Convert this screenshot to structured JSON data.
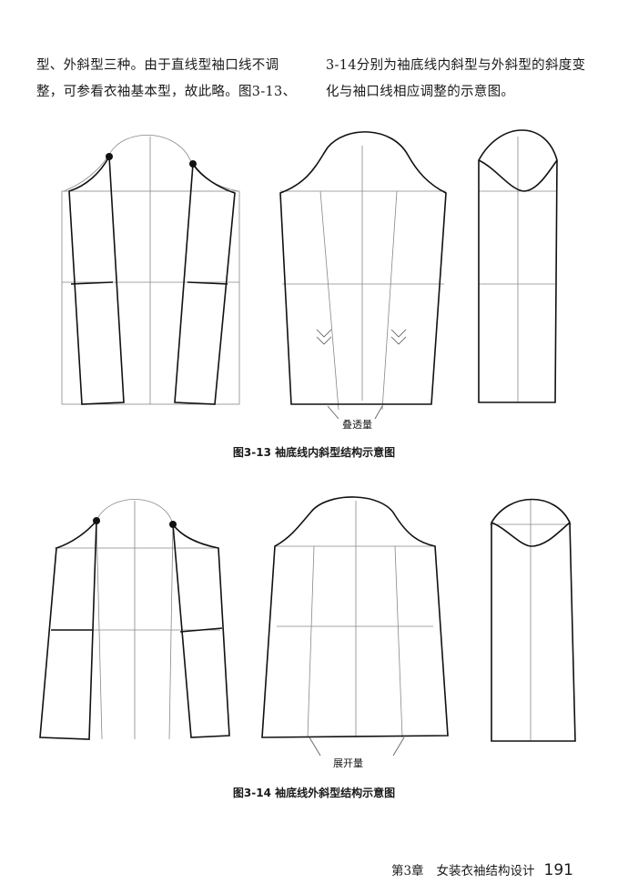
{
  "body_text": {
    "left": [
      "型、外斜型三种。由于直线型袖口线不调",
      "整，可参看衣袖基本型，故此略。图3-13、"
    ],
    "right": [
      "3-14分别为袖底线内斜型与外斜型的斜度变",
      "化与袖口线相应调整的示意图。"
    ]
  },
  "figure_13": {
    "caption": "图3-13    袖底线内斜型结构示意图",
    "annotation": "叠透量"
  },
  "figure_14": {
    "caption": "图3-14    袖底线外斜型结构示意图",
    "annotation": "展开量"
  },
  "footer": {
    "chapter": "第3章",
    "title": "女装衣袖结构设计",
    "page": "191"
  }
}
